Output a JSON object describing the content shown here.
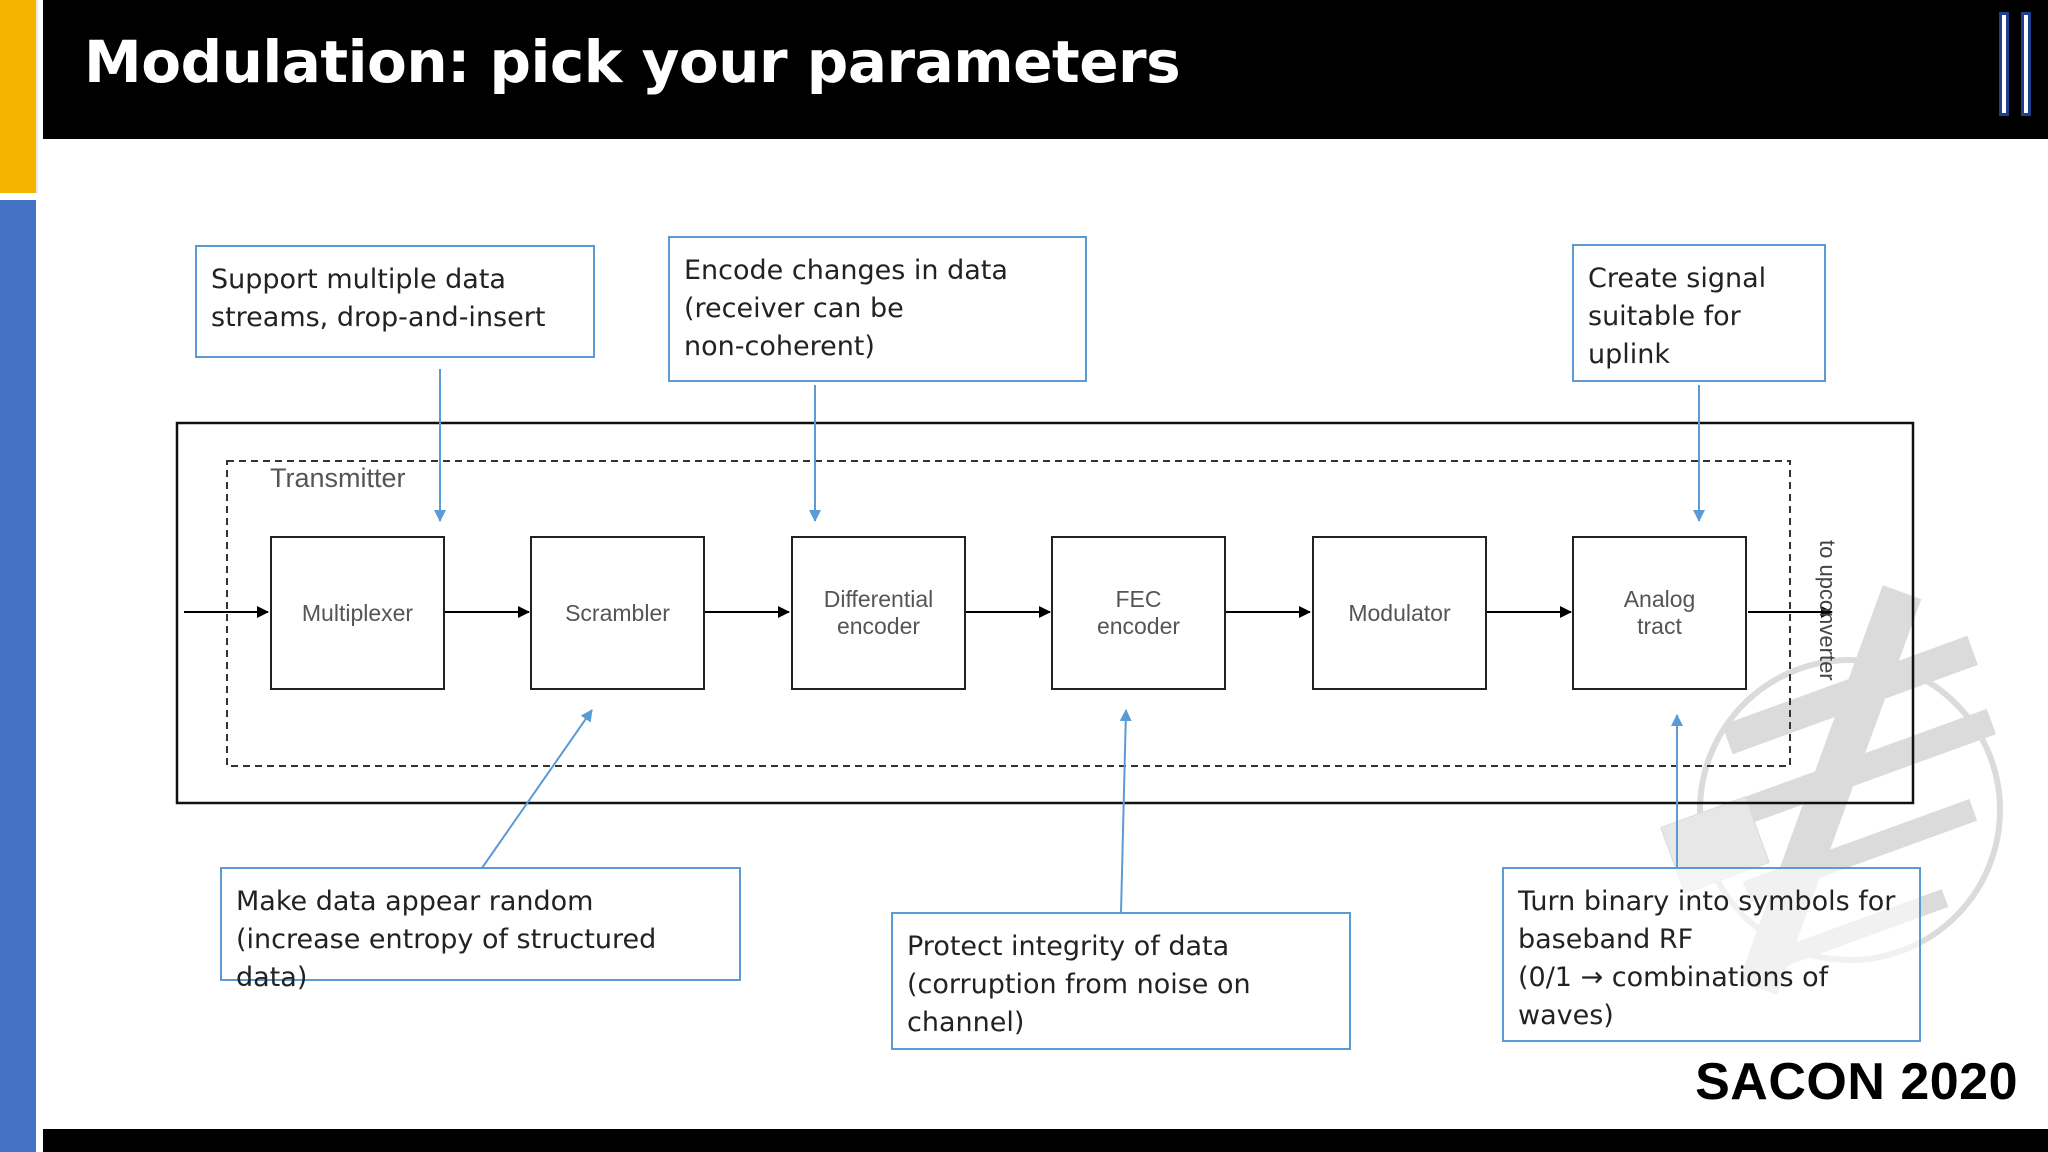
{
  "title": "Modulation: pick your parameters",
  "footer_badge": "SACON 2020",
  "diagram": {
    "container_label": "Transmitter",
    "output_label": "to upconverter",
    "blocks": [
      {
        "label": "Multiplexer"
      },
      {
        "label": "Scrambler"
      },
      {
        "label": "Differential\nencoder"
      },
      {
        "label": "FEC\nencoder"
      },
      {
        "label": "Modulator"
      },
      {
        "label": "Analog\ntract"
      }
    ],
    "callouts": {
      "multiplexer": "Support multiple data\nstreams, drop-and-insert",
      "differential": "Encode changes in data\n(receiver can be\nnon-coherent)",
      "analog": "Create signal\nsuitable for\nuplink",
      "scrambler": "Make data appear random\n(increase entropy of structured data)",
      "fec": "Protect integrity of data\n(corruption from noise on\nchannel)",
      "modulator": "Turn binary into symbols for\nbaseband RF\n(0/1 → combinations of\nwaves)"
    }
  },
  "colors": {
    "accent_yellow": "#f5b400",
    "accent_blue": "#4472c4",
    "callout_border": "#5b9bd5",
    "header_bg": "#000000"
  }
}
